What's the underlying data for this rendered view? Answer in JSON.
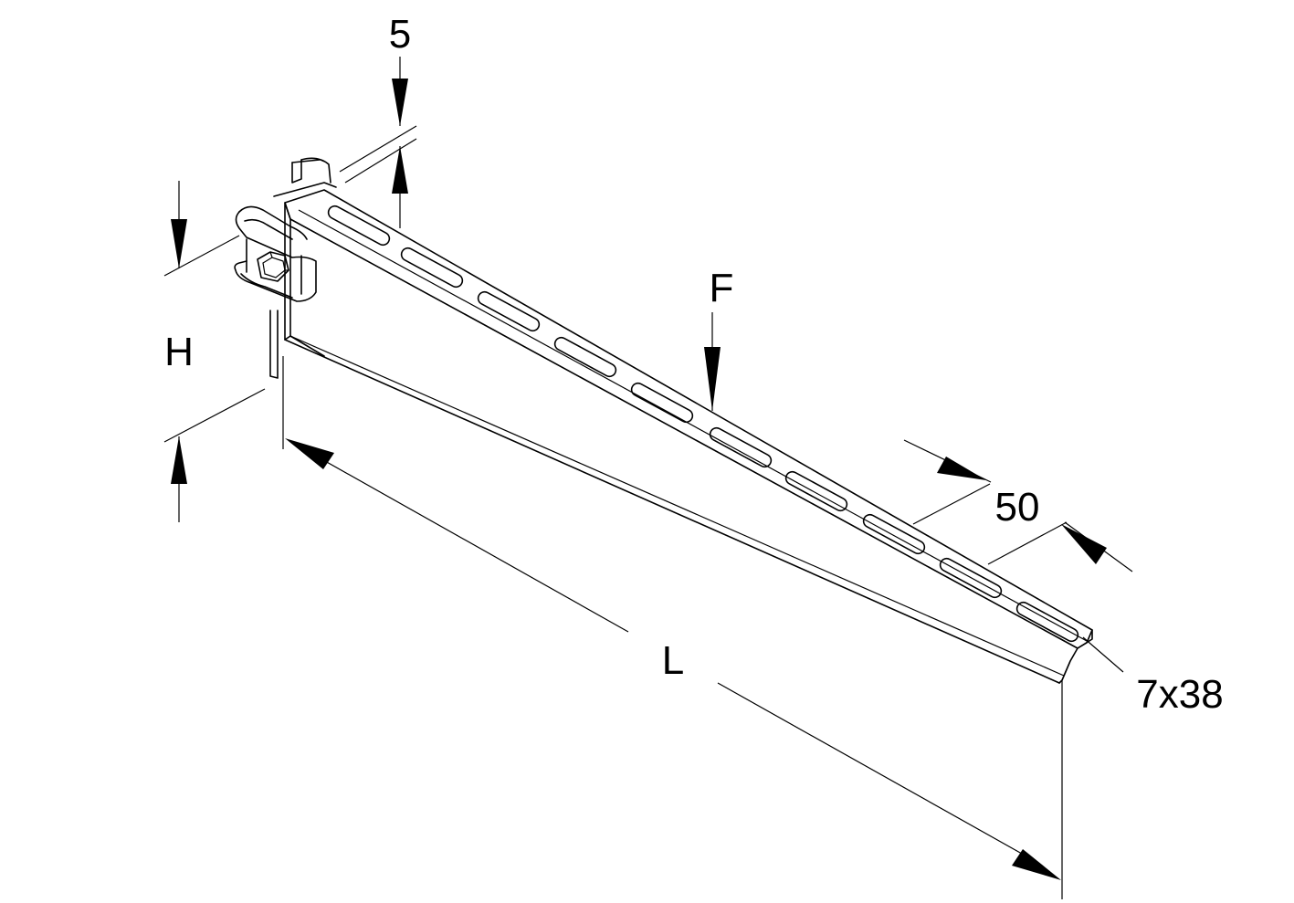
{
  "labels": {
    "top_offset": "5",
    "height": "H",
    "load": "F",
    "length": "L",
    "spacing": "50",
    "slot_size": "7x38"
  }
}
